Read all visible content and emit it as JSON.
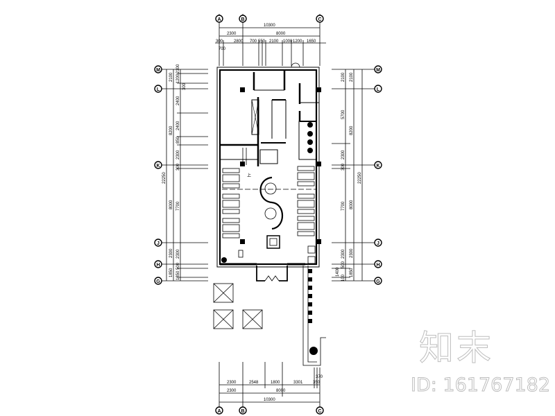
{
  "drawing": {
    "axes_columns": [
      "A",
      "B",
      "C"
    ],
    "axes_rows": [
      "M",
      "L",
      "K",
      "J",
      "H",
      "G"
    ],
    "top_dims": {
      "total": "10300",
      "row2": [
        "2300",
        "8000"
      ],
      "row3": [
        "300",
        "2800",
        "700",
        "550",
        "2100",
        "1000",
        "1200",
        "1650"
      ],
      "small": "700"
    },
    "left_dims": {
      "total": "22250",
      "row2": [
        "2100",
        "8200",
        "8000",
        "2300",
        "1850"
      ],
      "row3": [
        "2100",
        "1200",
        "300",
        "2400",
        "2400",
        "850",
        "2300",
        "300",
        "7700",
        "2300",
        "500",
        "1850"
      ]
    },
    "right_dims": {
      "total": "22250",
      "row2": [
        "2100",
        "8200",
        "8000",
        "2300",
        "1850"
      ],
      "row3": [
        "2100",
        "5700",
        "2300",
        "300",
        "7700",
        "2300",
        "500",
        "1400",
        "100"
      ]
    },
    "bottom_dims": {
      "row1": [
        "2300",
        "2548",
        "1800",
        "3301",
        "350",
        "370"
      ],
      "row2": [
        "2300",
        "8000"
      ],
      "total": "10300"
    },
    "room_labels": {
      "stair": "上"
    }
  },
  "watermark": {
    "logo": "知末",
    "id": "ID: 161767182"
  }
}
